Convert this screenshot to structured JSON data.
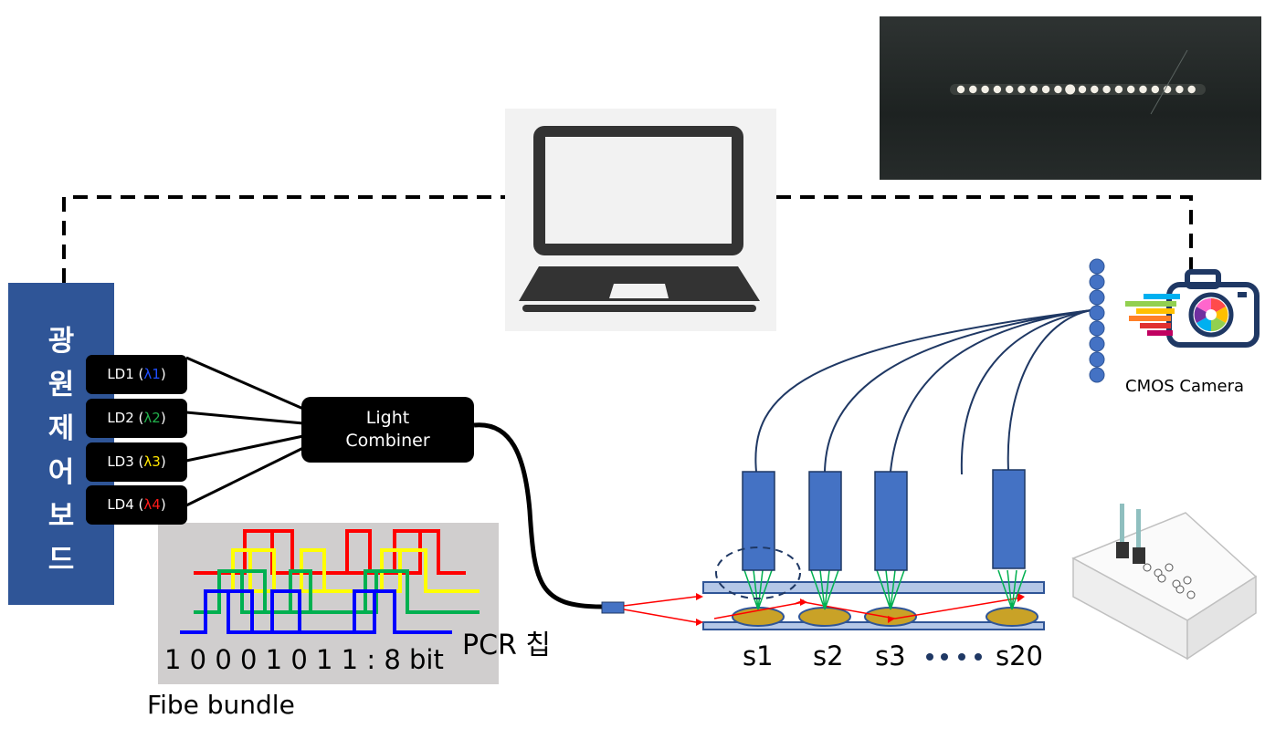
{
  "board": {
    "label_chars": [
      "광",
      "원",
      "제",
      "어",
      "보",
      "드"
    ]
  },
  "lasers": [
    {
      "prefix": "LD1 (",
      "lambda": "λ1",
      "suffix": ")",
      "lambda_color": "#1f4fff"
    },
    {
      "prefix": "LD2 (",
      "lambda": "λ2",
      "suffix": ")",
      "lambda_color": "#22b14c"
    },
    {
      "prefix": "LD3 (",
      "lambda": "λ3",
      "suffix": ")",
      "lambda_color": "#ffe600"
    },
    {
      "prefix": "LD4 (",
      "lambda": "λ4",
      "suffix": ")",
      "lambda_color": "#ff1a1a"
    }
  ],
  "combiner": {
    "line1": "Light",
    "line2": "Combiner"
  },
  "signal": {
    "bits_text": "1 0 0 0 1 0 1 1 : 8 bit",
    "bundle_label": "Fibe bundle"
  },
  "chip": {
    "label": "PCR 칩"
  },
  "camera": {
    "label": "CMOS Camera"
  },
  "samples": {
    "s1": "s1",
    "s2": "s2",
    "s3": "s3",
    "s20": "s20"
  },
  "colors": {
    "board": "#2f5597",
    "detector": "#4472c4",
    "fiber": "#1f3864",
    "sample": "#c9a227",
    "red": "#ff0000",
    "green": "#00b050",
    "yellow": "#ffff00",
    "blue": "#0000ff"
  },
  "icons": [
    "laptop-icon",
    "camera-icon",
    "pcr-device-icon",
    "ellipsis-icon"
  ]
}
